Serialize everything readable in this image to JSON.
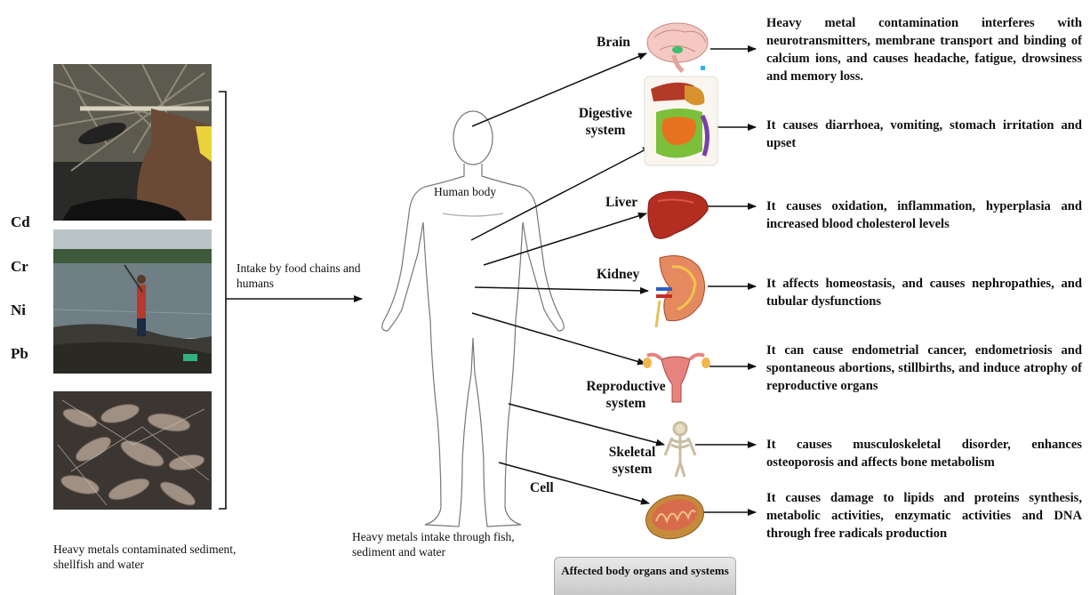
{
  "metals": [
    "Cd",
    "Cr",
    "Ni",
    "Pb"
  ],
  "left_caption": "Heavy metals contaminated sediment, shellfish and water",
  "intake_label": "Intake by food chains and humans",
  "human_body_label": "Human body",
  "bottom_caption": "Heavy metals intake through fish, sediment and water",
  "footer": "Affected body organs and systems",
  "organs": [
    {
      "label": "Brain",
      "effect": "Heavy metal contamination interferes with neurotransmitters, membrane transport and binding of calcium ions, and causes headache, fatigue, drowsiness and memory loss."
    },
    {
      "label": "Digestive system",
      "effect": "It causes diarrhoea, vomiting, stomach irritation and upset"
    },
    {
      "label": "Liver",
      "effect": "It causes oxidation, inflammation, hyperplasia and increased blood cholesterol levels"
    },
    {
      "label": "Kidney",
      "effect": "It affects homeostasis, and causes nephropathies, and tubular dysfunctions"
    },
    {
      "label": "Reproductive system",
      "effect": "It can cause endometrial cancer, endometriosis and spontaneous abortions, stillbirths, and induce atrophy of reproductive organs"
    },
    {
      "label": "Skeletal system",
      "effect": "It causes musculoskeletal disorder, enhances osteoporosis and affects bone metabolism"
    },
    {
      "label": "Cell",
      "effect": "It causes damage to lipids and proteins synthesis, metabolic activities, enzymatic activities and DNA through free radicals production"
    }
  ]
}
